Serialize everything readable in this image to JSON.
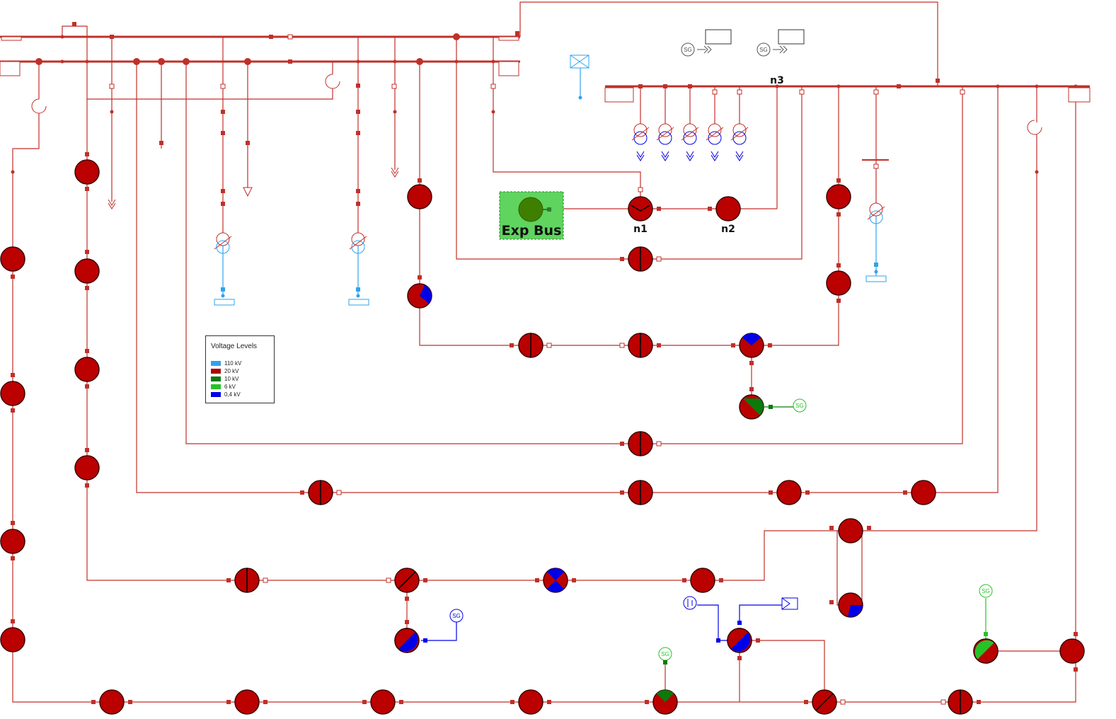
{
  "labels": {
    "exp_bus": "Exp Bus",
    "n1": "n1",
    "n2": "n2",
    "n3": "n3",
    "sg": "SG"
  },
  "legend": {
    "title": "Voltage Levels",
    "items": [
      {
        "label": "110 kV",
        "color": "#2ea3ee"
      },
      {
        "label": "20 kV",
        "color": "#b00000"
      },
      {
        "label": "10 kV",
        "color": "#0b7a0b"
      },
      {
        "label": "6 kV",
        "color": "#27c227"
      },
      {
        "label": "0,4 kV",
        "color": "#0000e6"
      }
    ]
  },
  "colors": {
    "line_20kv": "#c0302a",
    "bus_fill": "#bb0000",
    "bus_stroke": "#3a0000",
    "exp_bus_bg": "#5fd45f",
    "exp_bus_node": "#3f7f00"
  }
}
